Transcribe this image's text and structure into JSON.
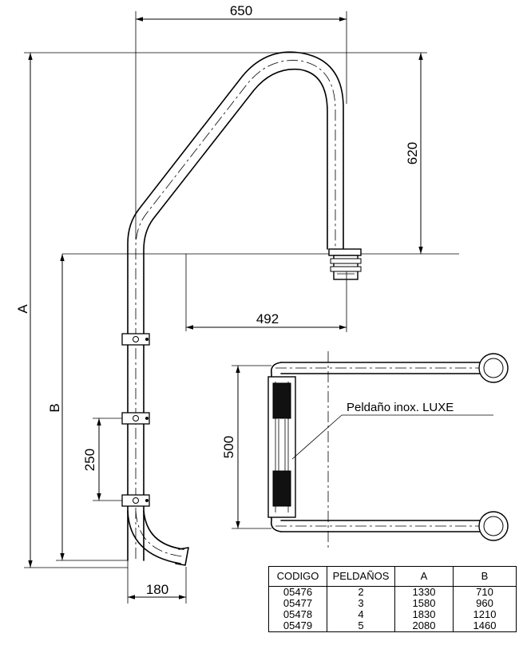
{
  "dimensions": {
    "width_overall": "650",
    "handrail_height": "620",
    "anchor_offset": "492",
    "total_height": "A",
    "submerged_height": "B",
    "bracket_spacing": "250",
    "foot_depth": "180",
    "step_width": "500"
  },
  "callout": "Peldaño inox. LUXE",
  "table": {
    "headers": [
      "CODIGO",
      "PELDAÑOS",
      "A",
      "B"
    ],
    "rows": [
      [
        "05476",
        "2",
        "1330",
        "710"
      ],
      [
        "05477",
        "3",
        "1580",
        "960"
      ],
      [
        "05478",
        "4",
        "1830",
        "1210"
      ],
      [
        "05479",
        "5",
        "2080",
        "1460"
      ]
    ]
  }
}
